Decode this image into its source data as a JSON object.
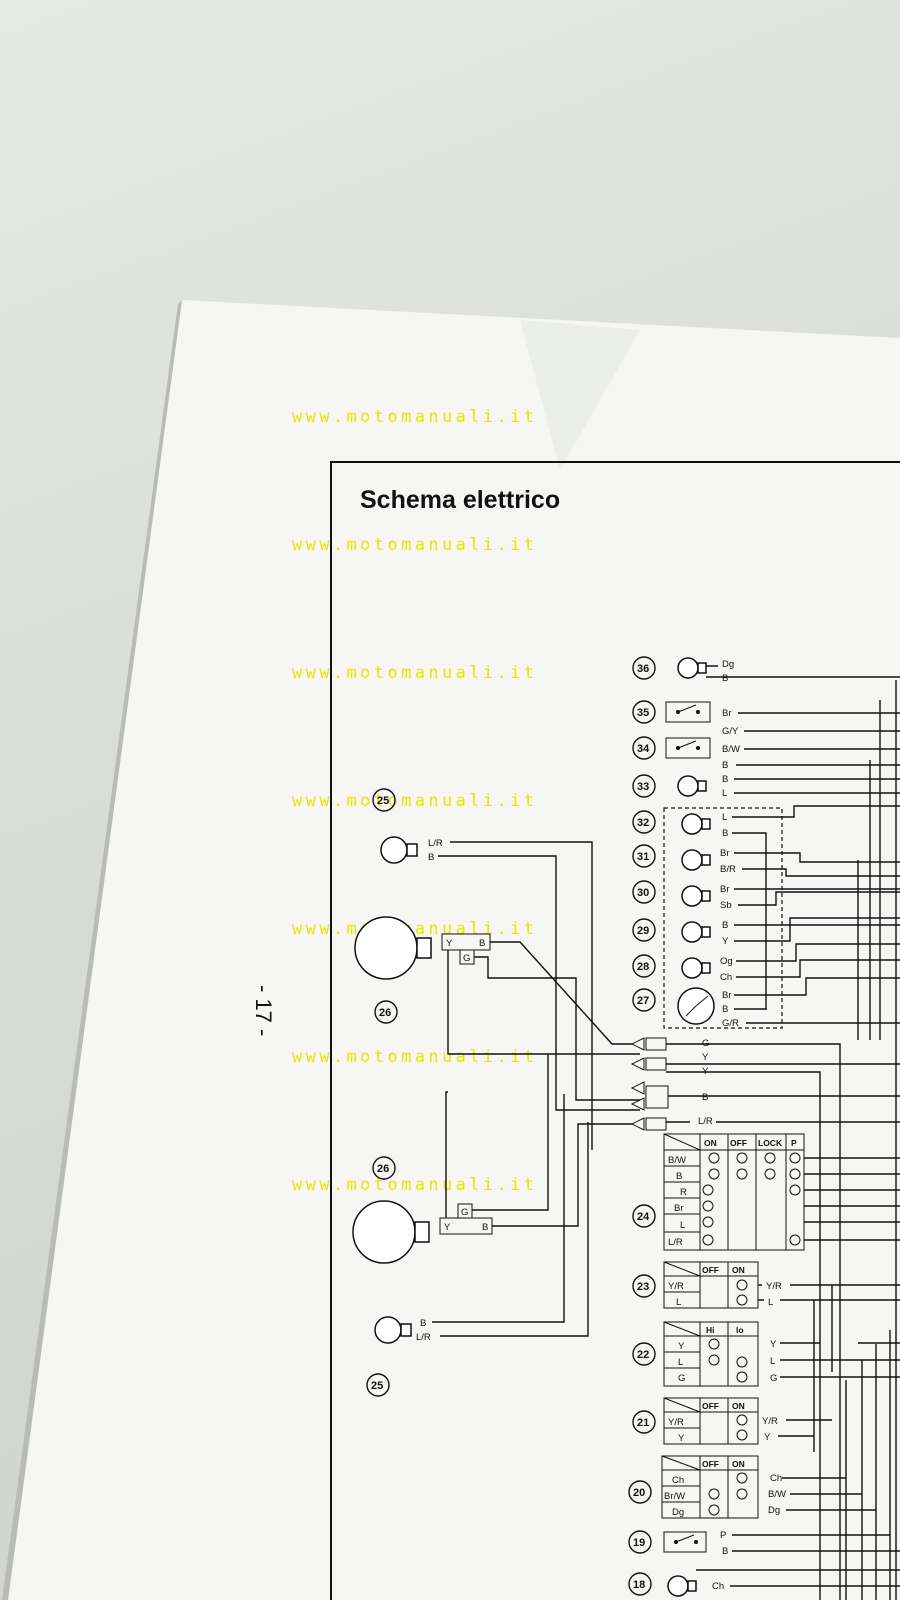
{
  "diagram": {
    "title": "Schema elettrico",
    "page_number": "- 17 -",
    "watermark": "www.motomanuali.it",
    "components_top": [
      {
        "num": "36",
        "kind": "bulb",
        "wires": [
          "Dg",
          "B"
        ]
      },
      {
        "num": "35",
        "kind": "switch",
        "wires": [
          "Br",
          "G/Y"
        ]
      },
      {
        "num": "34",
        "kind": "switch",
        "wires": [
          "B/W",
          "B"
        ]
      },
      {
        "num": "33",
        "kind": "bulb",
        "wires": [
          "B",
          "L"
        ]
      },
      {
        "num": "32",
        "kind": "bulb",
        "wires": [
          "L",
          "B"
        ]
      },
      {
        "num": "31",
        "kind": "bulb",
        "wires": [
          "Br",
          "B/R"
        ]
      },
      {
        "num": "30",
        "kind": "bulb",
        "wires": [
          "Br",
          "Sb"
        ]
      },
      {
        "num": "29",
        "kind": "bulb",
        "wires": [
          "B",
          "Y"
        ]
      },
      {
        "num": "28",
        "kind": "bulb",
        "wires": [
          "Og",
          "Ch"
        ]
      },
      {
        "num": "27",
        "kind": "gauge",
        "wires": [
          "Br",
          "B",
          "G/R"
        ]
      }
    ],
    "connector_labels": [
      "G",
      "Y",
      "Y",
      "B",
      "L/R"
    ],
    "left_parts": {
      "bulb_top_num": "25",
      "bulb_top_wires": [
        "L/R",
        "B"
      ],
      "headlamp_top_num": "26",
      "headlamp_top_pins": [
        "Y",
        "B",
        "G"
      ],
      "headlamp_bottom_num": "26",
      "headlamp_bottom_pins": [
        "G",
        "Y",
        "B"
      ],
      "bulb_bottom_num": "25",
      "bulb_bottom_wires": [
        "B",
        "L/R"
      ]
    },
    "main_switch": {
      "num": "24",
      "headers": [
        "ON",
        "OFF",
        "LOCK",
        "P"
      ],
      "rows": [
        "B/W",
        "B",
        "R",
        "Br",
        "L",
        "L/R"
      ]
    },
    "switch_23": {
      "num": "23",
      "headers": [
        "OFF",
        "ON"
      ],
      "rows": [
        "Y/R",
        "L"
      ],
      "wires": [
        "Y/R",
        "L"
      ]
    },
    "switch_22": {
      "num": "22",
      "headers": [
        "Hi",
        "lo"
      ],
      "rows": [
        "Y",
        "L",
        "G"
      ],
      "wires": [
        "Y",
        "L",
        "G"
      ]
    },
    "switch_21": {
      "num": "21",
      "headers": [
        "OFF",
        "ON"
      ],
      "rows": [
        "Y/R",
        "Y"
      ],
      "wires": [
        "Y/R",
        "Y"
      ]
    },
    "switch_20": {
      "num": "20",
      "headers": [
        "OFF",
        "ON"
      ],
      "rows": [
        "Ch",
        "Br/W",
        "Dg"
      ],
      "wires": [
        "Ch",
        "B/W",
        "Dg"
      ]
    },
    "component_19": {
      "num": "19",
      "wires": [
        "P",
        "B"
      ]
    },
    "component_18": {
      "num": "18",
      "wires": [
        "Ch"
      ]
    }
  }
}
